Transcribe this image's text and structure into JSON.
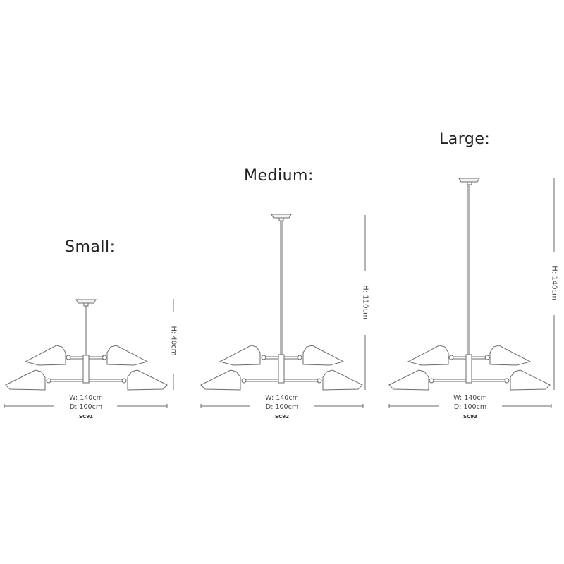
{
  "variants": [
    {
      "title": "Small:",
      "height_label": "H: 40cm",
      "width_label": "W: 140cm",
      "depth_label": "D: 100cm",
      "code": "SC91"
    },
    {
      "title": "Medium:",
      "height_label": "H: 110cm",
      "width_label": "W: 140cm",
      "depth_label": "D: 100cm",
      "code": "SC92"
    },
    {
      "title": "Large:",
      "height_label": "H: 140cm",
      "width_label": "W: 140cm",
      "depth_label": "D: 100cm",
      "code": "SC93"
    }
  ],
  "colors": {
    "line": "#6b6b6b",
    "text": "#2a2a2a",
    "background": "#ffffff"
  }
}
